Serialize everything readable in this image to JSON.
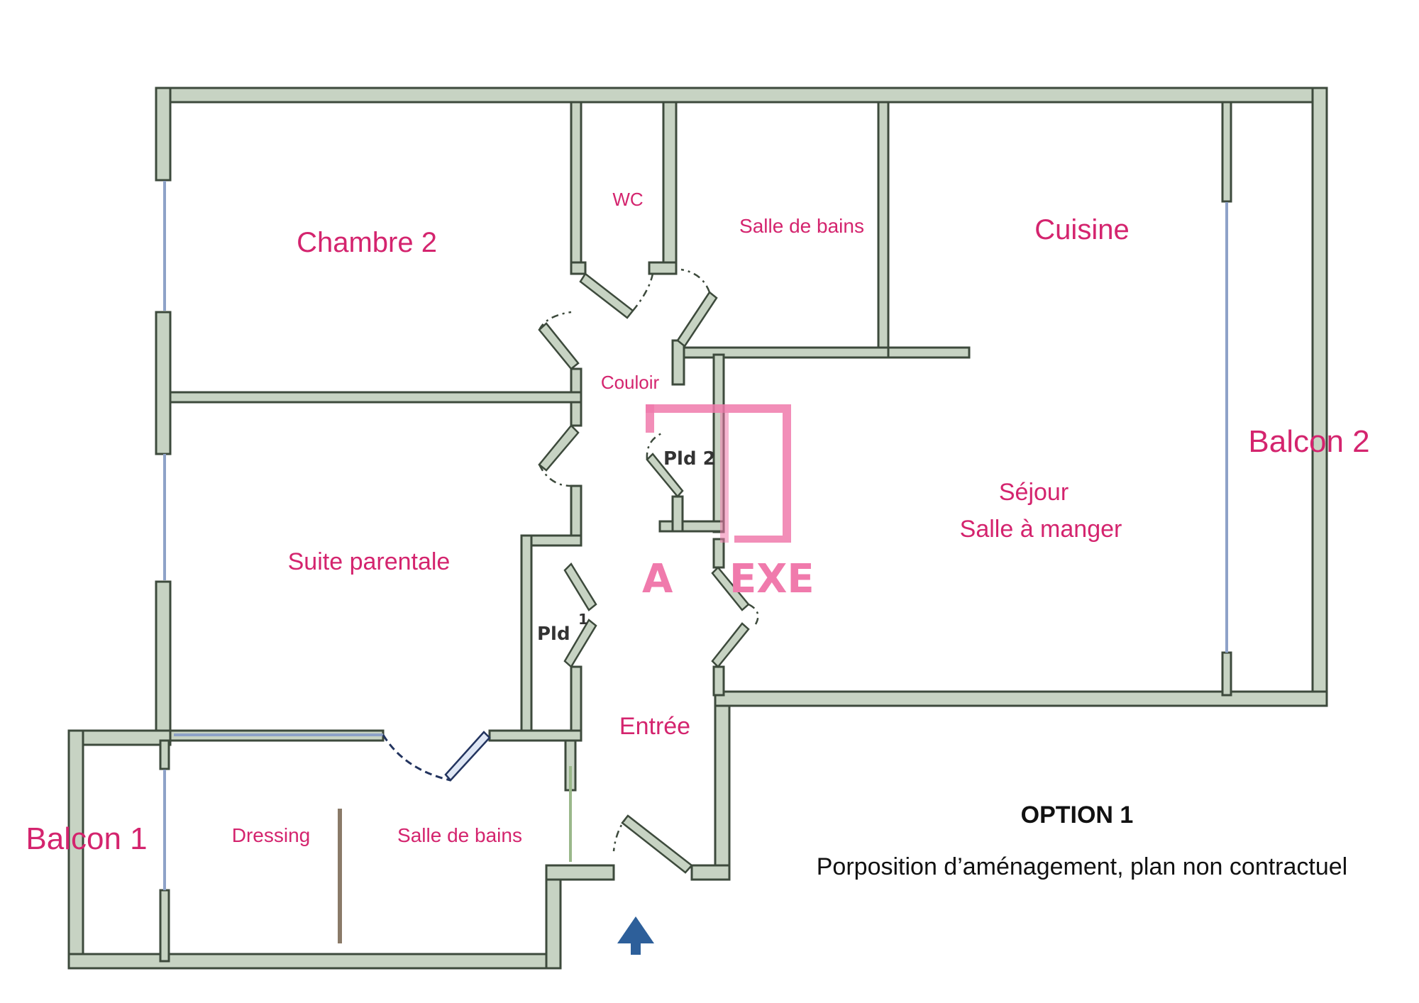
{
  "rooms": {
    "chambre2": "Chambre 2",
    "wc": "WC",
    "salle_de_bains_top": "Salle de bains",
    "cuisine": "Cuisine",
    "couloir": "Couloir",
    "balcon2": "Balcon 2",
    "sejour_line1": "Séjour",
    "sejour_line2": "Salle à manger",
    "suite_parentale": "Suite parentale",
    "entree": "Entrée",
    "balcon1": "Balcon 1",
    "dressing": "Dressing",
    "salle_de_bains_bottom": "Salle de bains"
  },
  "stamps": {
    "pld2": "Pld 2",
    "pld": "Pld",
    "pld_small": "1"
  },
  "caption": {
    "title": "OPTION 1",
    "subtitle": "Porposition d’aménagement, plan non contractuel"
  },
  "logo": {
    "letters_left": "A",
    "letters_right": "EXE",
    "color": "#f07aac"
  },
  "colors": {
    "label": "#d4246e",
    "wall_fill": "#c7d3c3",
    "wall_stroke": "#3d4a3c",
    "entry_arrow": "#2d5f9a"
  },
  "icons": {
    "entry_arrow": "arrow-up-icon"
  }
}
